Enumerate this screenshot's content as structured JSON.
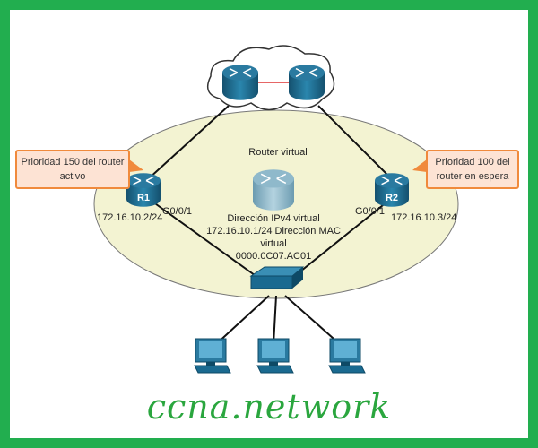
{
  "virtual_router": {
    "title": "Router virtual",
    "info_lines": [
      "Dirección IPv4 virtual",
      "172.16.10.1/24 Dirección MAC",
      "virtual",
      "0000.0C07.AC01"
    ]
  },
  "r1": {
    "name": "R1",
    "interface": "G0/0/1",
    "ip": "172.16.10.2/24",
    "callout": "Prioridad 150 del router activo"
  },
  "r2": {
    "name": "R2",
    "interface": "G0/0/1",
    "ip": "172.16.10.3/24",
    "callout": "Prioridad 100 del router en espera"
  },
  "logo": "ccna.network",
  "colors": {
    "border": "#22ae4f",
    "ellipse": "#f3f3d2",
    "callout_fill": "#fde3d4",
    "callout_border": "#f08a3c",
    "router": "#1f6b8e",
    "logo": "#2aa63e"
  }
}
